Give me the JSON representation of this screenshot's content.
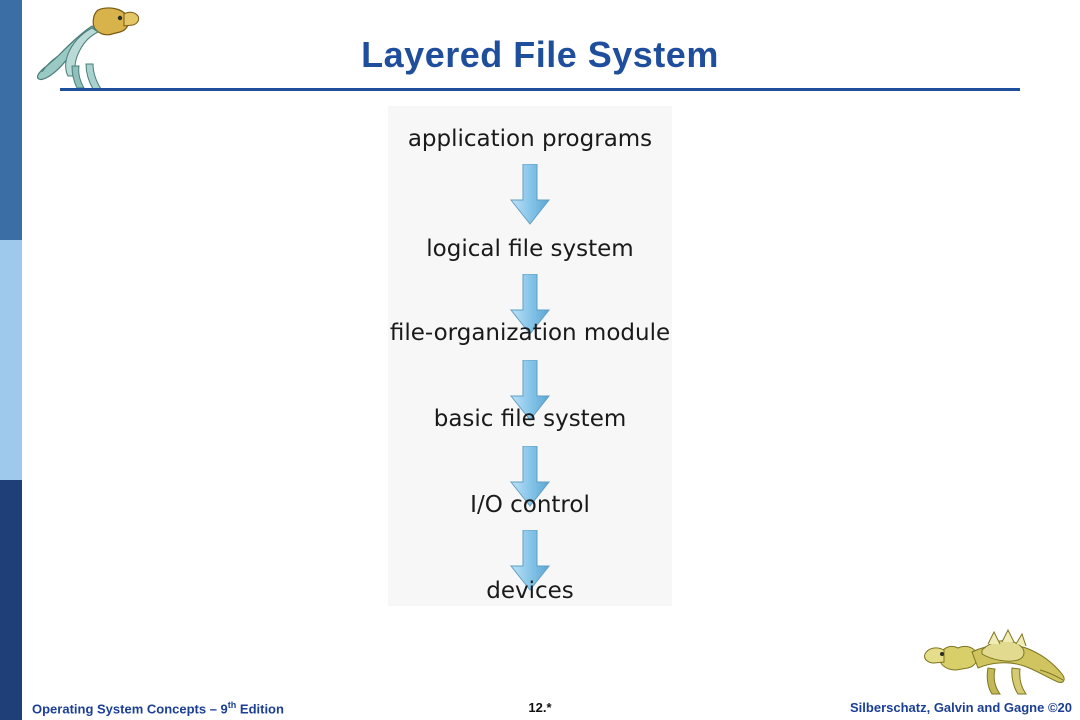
{
  "slide": {
    "title": "Layered File System",
    "accent_color": "#1f4e9c",
    "sidebar_colors": [
      "#3a6ea5",
      "#9ec9ec",
      "#1f3f78"
    ]
  },
  "diagram": {
    "type": "flow-stack",
    "orientation": "top-down",
    "arrow_color": "#8fc8e8",
    "layers": [
      {
        "label": "application programs"
      },
      {
        "label": "logical file system"
      },
      {
        "label": "file-organization module"
      },
      {
        "label": "basic file system"
      },
      {
        "label": "I/O control"
      },
      {
        "label": "devices"
      }
    ],
    "arrows": [
      "down-arrow",
      "down-arrow",
      "down-arrow",
      "down-arrow",
      "down-arrow"
    ]
  },
  "footer": {
    "left_pre": "Operating System Concepts – 9",
    "left_sup": "th",
    "left_post": " Edition",
    "center": "12.*",
    "right": "Silberschatz, Galvin and Gagne ©20"
  },
  "icons": {
    "dino_top": "dinosaur-logo",
    "dino_bottom": "dinosaur-logo"
  }
}
